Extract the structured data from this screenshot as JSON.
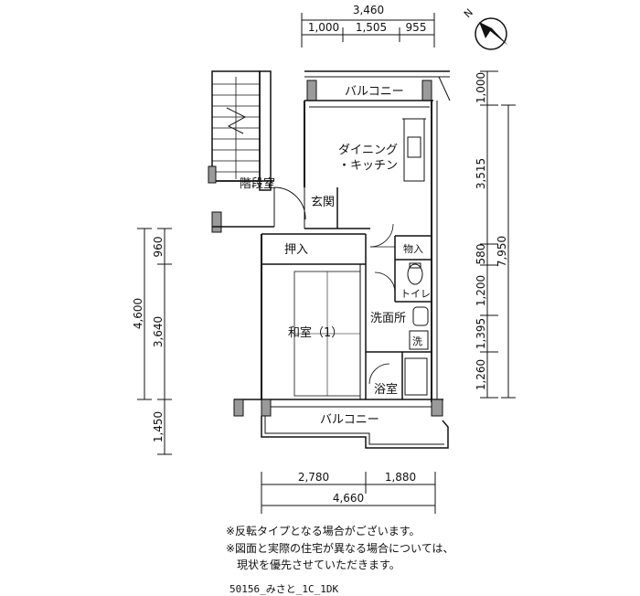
{
  "dimensions": {
    "top_total": "3,460",
    "top_parts": [
      "1,000",
      "1,505",
      "955"
    ],
    "right_total": "7,950",
    "right_parts": [
      "1,000",
      "3,515",
      "580",
      "1,200",
      "1,395",
      "1,260"
    ],
    "left_total": "4,600",
    "left_parts": [
      "960",
      "3,640"
    ],
    "left_bottom": "1,450",
    "bottom_parts": [
      "2,780",
      "1,880"
    ],
    "bottom_total": "4,660"
  },
  "compass": {
    "label": "N"
  },
  "rooms": {
    "balcony_top": "バルコニー",
    "dining_line1": "ダイニング",
    "dining_line2": "・キッチン",
    "stairwell": "階段室",
    "entrance": "玄関",
    "closet_oshiire": "押入",
    "storage": "物入",
    "toilet": "トイレ",
    "washroom": "洗面所",
    "washer": "洗",
    "japanese_room": "和室（1）",
    "bathroom": "浴室",
    "balcony_bottom": "バルコニー"
  },
  "notes": [
    "※反転タイプとなる場合がございます。",
    "※図面と実際の住宅が異なる場合については、",
    "　現状を優先させていただきます。"
  ],
  "code": "50156_みさと_1C_1DK"
}
